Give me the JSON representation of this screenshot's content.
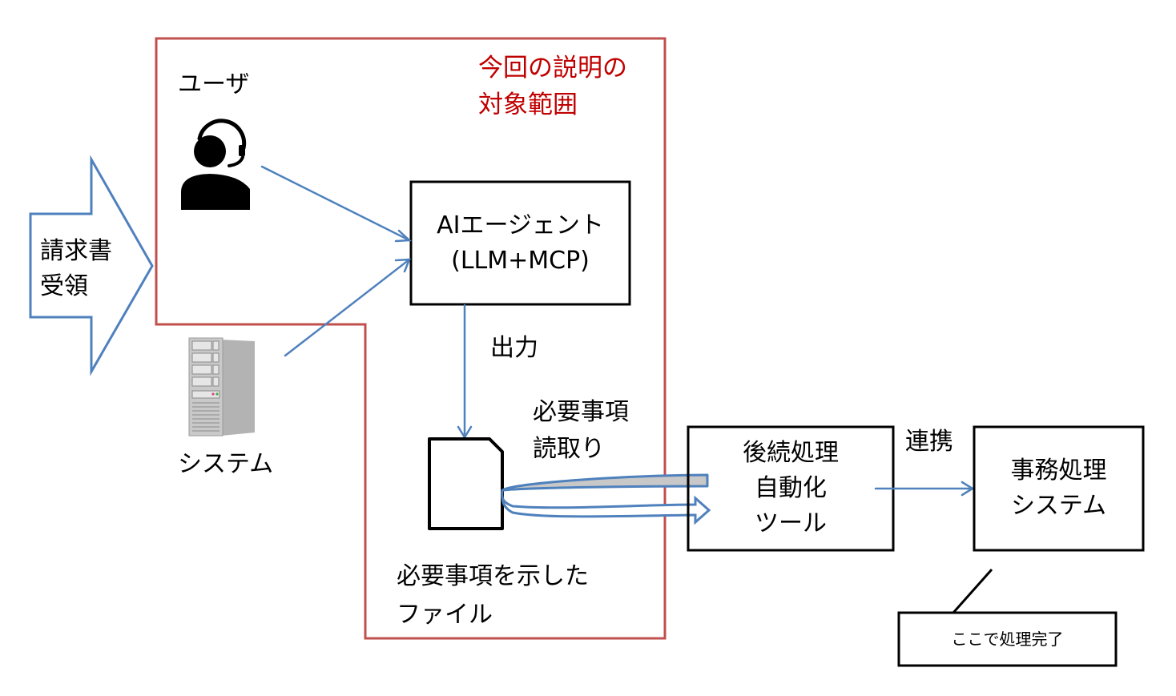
{
  "scope": {
    "title_lines": [
      "今回の説明の",
      "対象範囲"
    ],
    "border_color": "#C0504D",
    "title_color": "#C00000"
  },
  "input_arrow": {
    "lines": [
      "請求書",
      "受領"
    ],
    "stroke_color": "#4F81BD"
  },
  "actors": {
    "user": {
      "label": "ユーザ",
      "icon": "headset-user-icon"
    },
    "system": {
      "label": "システム",
      "icon": "server-icon"
    }
  },
  "ai_agent": {
    "lines": [
      "AIエージェント",
      "(LLM+MCP)"
    ]
  },
  "output_label": "出力",
  "file": {
    "icon": "document-icon",
    "caption_lines": [
      "必要事項を示した",
      "ファイル"
    ]
  },
  "read_label_lines": [
    "必要事項",
    "読取り"
  ],
  "automation_tool": {
    "lines": [
      "後続処理",
      "自動化",
      "ツール"
    ]
  },
  "link_label": "連携",
  "office_system": {
    "lines": [
      "事務処理",
      "システム"
    ]
  },
  "callout": {
    "text": "ここで処理完了"
  },
  "colors": {
    "connector": "#4F81BD",
    "box_border": "#000000",
    "band_fill": "#C8C8C8"
  }
}
